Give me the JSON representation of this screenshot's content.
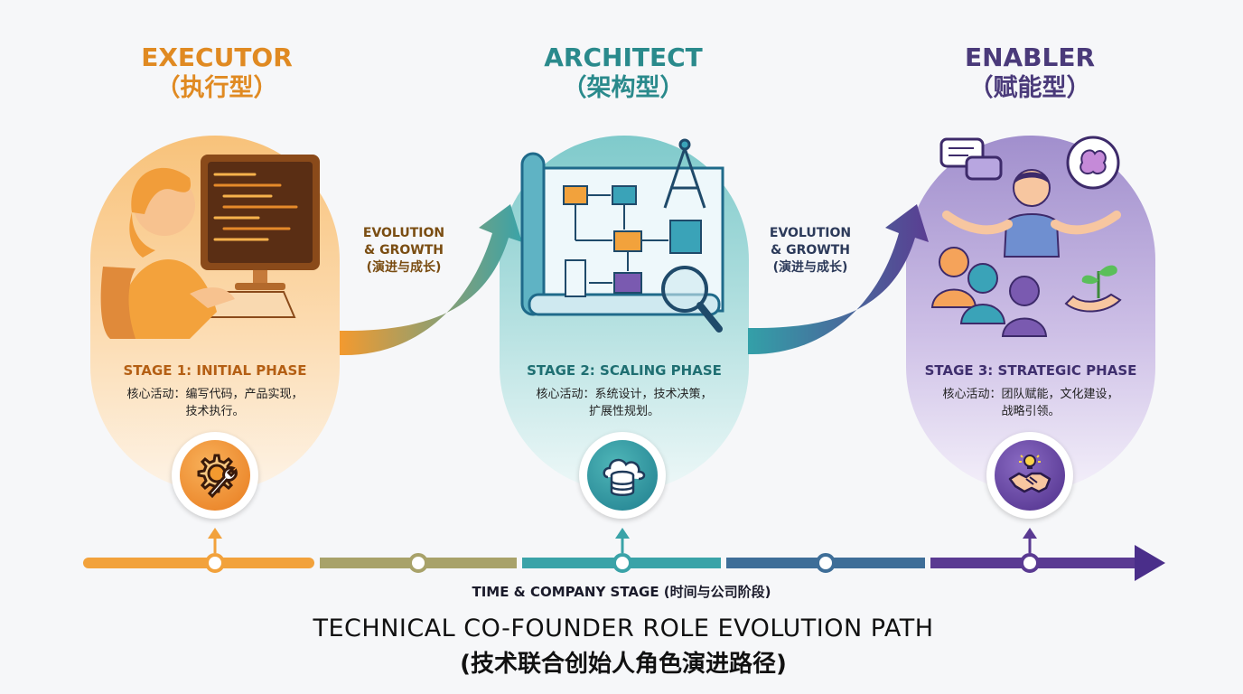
{
  "stages": [
    {
      "title": "EXECUTOR",
      "title_cn": "（执行型）",
      "stage_label": "STAGE 1: INITIAL PHASE",
      "desc_line1": "核心活动：编写代码，产品实现，",
      "desc_line2": "技术执行。",
      "badge_icon": "gear-wrench-icon",
      "color": "#e08a22"
    },
    {
      "title": "ARCHITECT",
      "title_cn": "（架构型）",
      "stage_label": "STAGE 2: SCALING PHASE",
      "desc_line1": "核心活动：系统设计，技术决策，",
      "desc_line2": "扩展性规划。",
      "badge_icon": "cloud-database-icon",
      "color": "#2a8a8c"
    },
    {
      "title": "ENABLER",
      "title_cn": "（赋能型）",
      "stage_label": "STAGE 3: STRATEGIC PHASE",
      "desc_line1": "核心活动：团队赋能，文化建设，",
      "desc_line2": "战略引领。",
      "badge_icon": "handshake-lightbulb-icon",
      "color": "#4a3a7a"
    }
  ],
  "transitions": [
    {
      "line1": "EVOLUTION",
      "line2": "& GROWTH",
      "line3": "(演进与成长)"
    },
    {
      "line1": "EVOLUTION",
      "line2": "& GROWTH",
      "line3": "(演进与成长)"
    }
  ],
  "timeline_label": "TIME & COMPANY STAGE (时间与公司阶段)",
  "main_title": "TECHNICAL CO-FOUNDER ROLE EVOLUTION PATH",
  "main_subtitle": "(技术联合创始人角色演进路径)"
}
